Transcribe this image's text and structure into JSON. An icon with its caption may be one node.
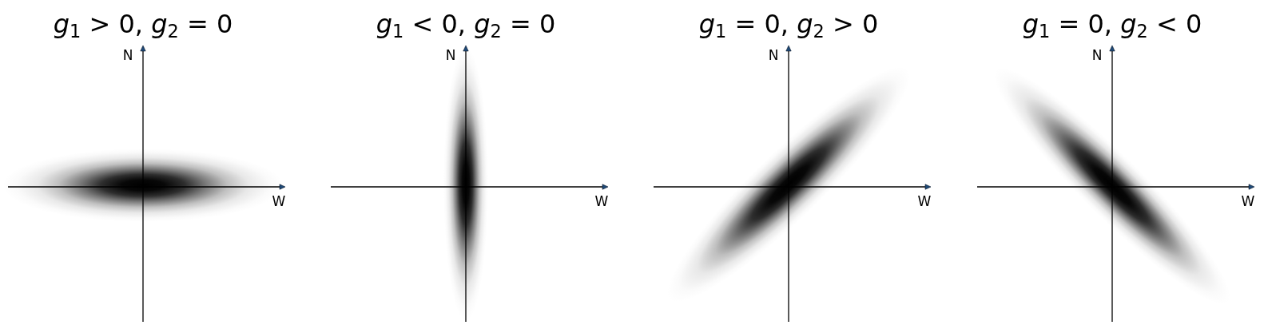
{
  "diagram": {
    "labels": [
      "*g*$_{1}$ > 0, *g*$_{2}$ = 0",
      "N",
      "W",
      "*g*$_{1}$ < 0, *g*$_{2}$ = 0",
      "N",
      "W",
      "*g*$_{1}$ = 0, *g*$_{2}$ > 0",
      "N",
      "W",
      "*g*$_{1}$ = 0, *g*$_{2}$ < 0",
      "N",
      "W"
    ]
  }
}
